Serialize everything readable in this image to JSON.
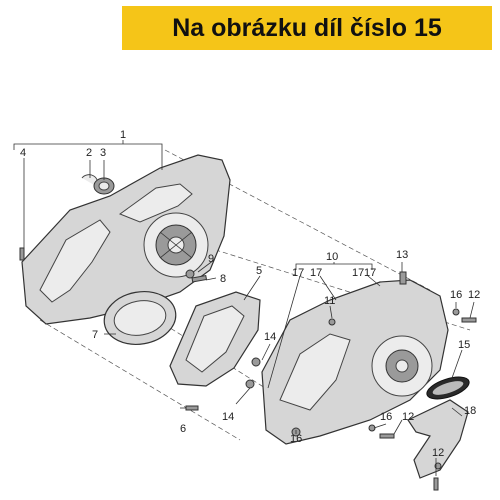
{
  "banner": {
    "text": "Na obrázku díl číslo 15",
    "background": "#f5c518"
  },
  "callouts": [
    "1",
    "2",
    "3",
    "4",
    "5",
    "6",
    "7",
    "8",
    "9",
    "10",
    "11",
    "12",
    "12",
    "12",
    "13",
    "14",
    "14",
    "15",
    "16",
    "16",
    "16",
    "17",
    "17",
    "17",
    "17",
    "18"
  ]
}
